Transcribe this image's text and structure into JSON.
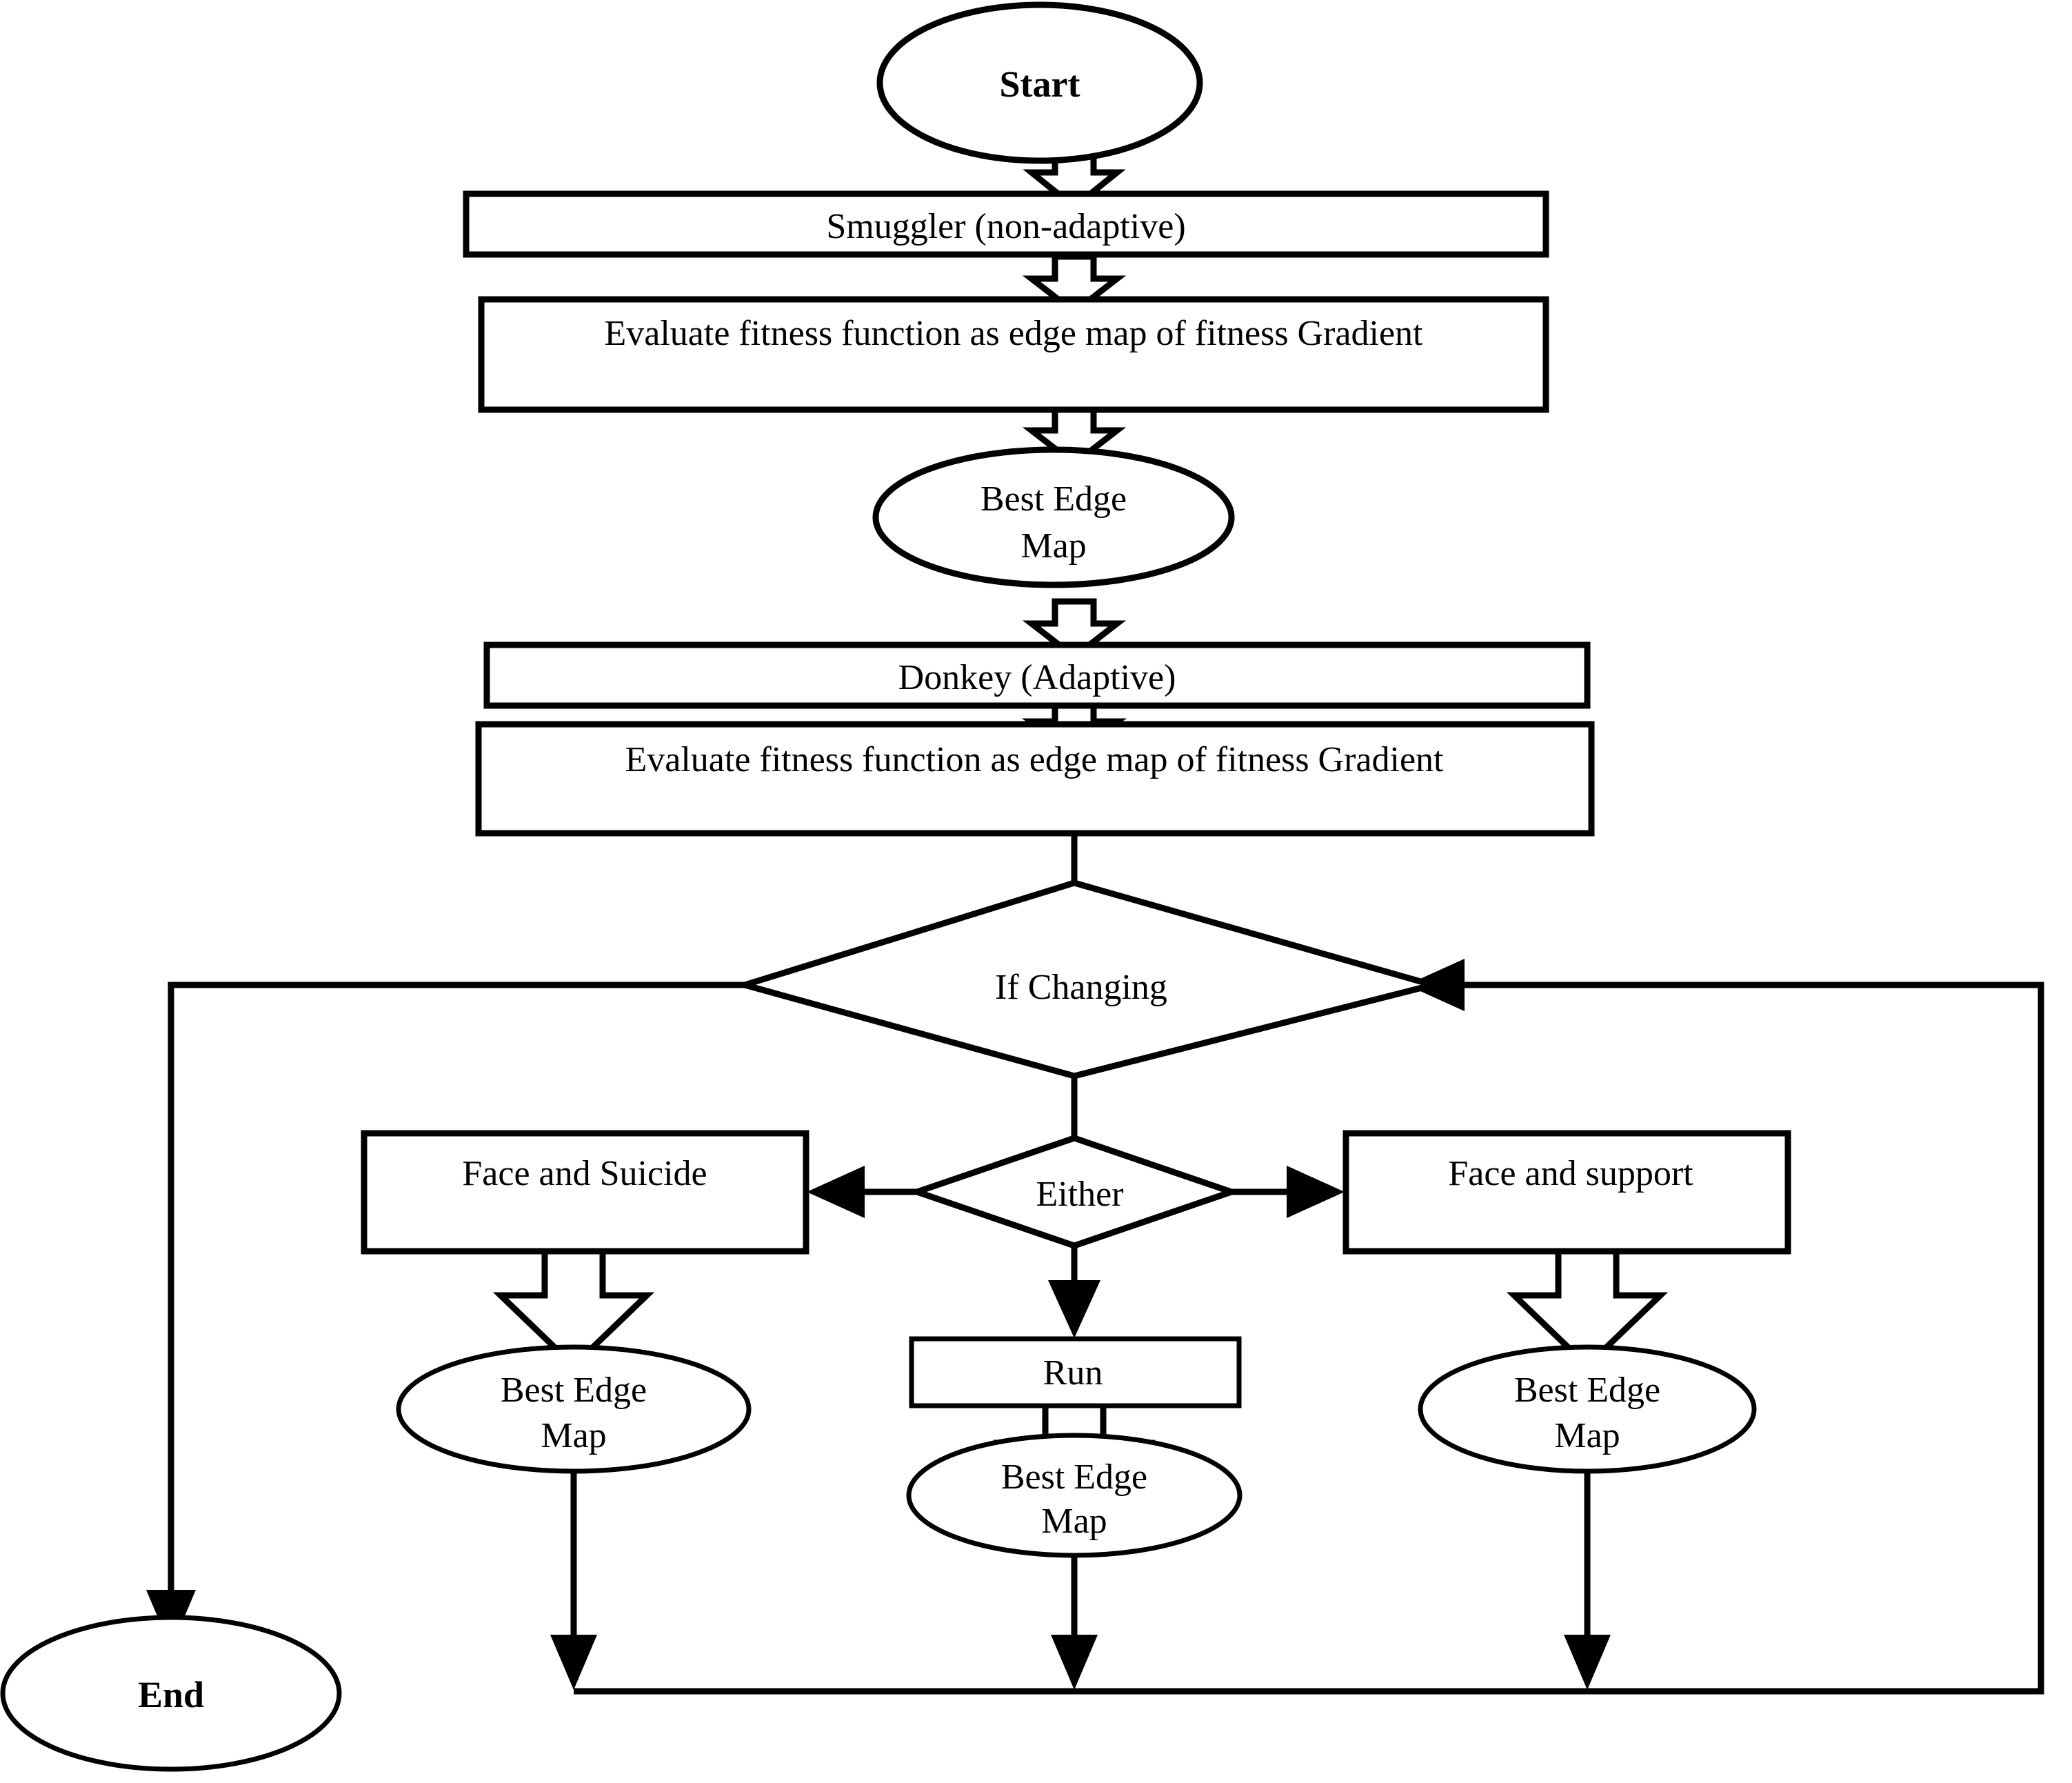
{
  "diagram": {
    "title": "Smuggler-Donkey adaptive edge map optimization flowchart",
    "background_color": "#ffffff",
    "stroke_color": "#000000"
  },
  "nodes": {
    "start": {
      "label": "Start",
      "shape": "ellipse"
    },
    "smuggler": {
      "label": "Smuggler (non-adaptive)",
      "shape": "process"
    },
    "evaluate_1": {
      "label": "Evaluate fitness function as edge map of fitness Gradient",
      "shape": "process"
    },
    "best_edge_map_1": {
      "label_line1": "Best Edge",
      "label_line2": "Map",
      "shape": "ellipse"
    },
    "donkey": {
      "label": "Donkey (Adaptive)",
      "shape": "process"
    },
    "evaluate_2": {
      "label": "Evaluate fitness function as edge map of fitness Gradient",
      "shape": "process"
    },
    "if_changing": {
      "label": "If Changing",
      "shape": "decision"
    },
    "either": {
      "label": "Either",
      "shape": "decision"
    },
    "face_and_suicide": {
      "label": "Face and Suicide",
      "shape": "process"
    },
    "face_and_support": {
      "label": "Face and support",
      "shape": "process"
    },
    "run": {
      "label": "Run",
      "shape": "process"
    },
    "best_edge_map_left": {
      "label_line1": "Best Edge",
      "label_line2": "Map",
      "shape": "ellipse"
    },
    "best_edge_map_center": {
      "label_line1": "Best Edge",
      "label_line2": "Map",
      "shape": "ellipse"
    },
    "best_edge_map_right": {
      "label_line1": "Best Edge",
      "label_line2": "Map",
      "shape": "ellipse"
    },
    "end": {
      "label": "End",
      "shape": "ellipse"
    }
  },
  "edges": [
    {
      "from": "start",
      "to": "smuggler",
      "style": "block-arrow"
    },
    {
      "from": "smuggler",
      "to": "evaluate_1",
      "style": "block-arrow"
    },
    {
      "from": "evaluate_1",
      "to": "best_edge_map_1",
      "style": "block-arrow"
    },
    {
      "from": "best_edge_map_1",
      "to": "donkey",
      "style": "block-arrow"
    },
    {
      "from": "donkey",
      "to": "evaluate_2",
      "style": "block-arrow"
    },
    {
      "from": "evaluate_2",
      "to": "if_changing",
      "style": "line"
    },
    {
      "from": "if_changing",
      "to": "either",
      "style": "line"
    },
    {
      "from": "if_changing",
      "to": "end",
      "style": "solid-arrow"
    },
    {
      "from": "either",
      "to": "face_and_suicide",
      "style": "solid-arrow"
    },
    {
      "from": "either",
      "to": "face_and_support",
      "style": "solid-arrow"
    },
    {
      "from": "either",
      "to": "run",
      "style": "solid-arrow"
    },
    {
      "from": "face_and_suicide",
      "to": "best_edge_map_left",
      "style": "block-arrow"
    },
    {
      "from": "run",
      "to": "best_edge_map_center",
      "style": "block-arrow"
    },
    {
      "from": "face_and_support",
      "to": "best_edge_map_right",
      "style": "block-arrow"
    },
    {
      "from": "best_edge_map_left",
      "to": "collector",
      "style": "solid-arrow"
    },
    {
      "from": "best_edge_map_center",
      "to": "collector",
      "style": "solid-arrow"
    },
    {
      "from": "best_edge_map_right",
      "to": "collector",
      "style": "solid-arrow"
    },
    {
      "from": "collector",
      "to": "if_changing",
      "style": "solid-arrow-feedback"
    }
  ]
}
